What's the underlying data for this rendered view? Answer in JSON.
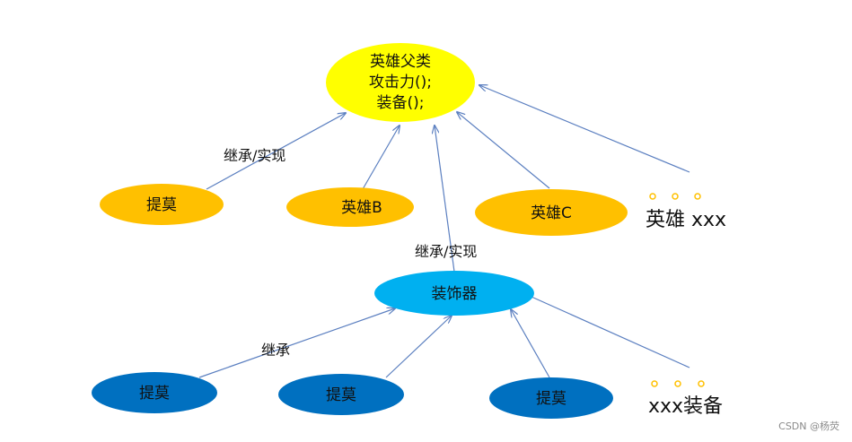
{
  "colors": {
    "parent_fill": "#ffff00",
    "hero_fill": "#ffc000",
    "decorator_fill": "#00b0f0",
    "equipment_fill": "#0070c0",
    "arrow": "#5b7fc0",
    "dots": "#ffc000",
    "watermark": "#8a8a8a"
  },
  "nodes": {
    "parent": {
      "line1": "英雄父类",
      "line2": "攻击力();",
      "line3": "装备();"
    },
    "hero_timo": "提莫",
    "hero_b": "英雄B",
    "hero_c": "英雄C",
    "hero_xxx": "英雄 xxx",
    "decorator": "装饰器",
    "equip_1": "提莫",
    "equip_2": "提莫",
    "equip_3": "提莫",
    "equip_xxx": "xxx装备"
  },
  "edge_labels": {
    "inherit_implement_top": "继承/实现",
    "inherit_implement_mid": "继承/实现",
    "inherit_bottom": "继承"
  },
  "watermark": "CSDN @杨荧"
}
